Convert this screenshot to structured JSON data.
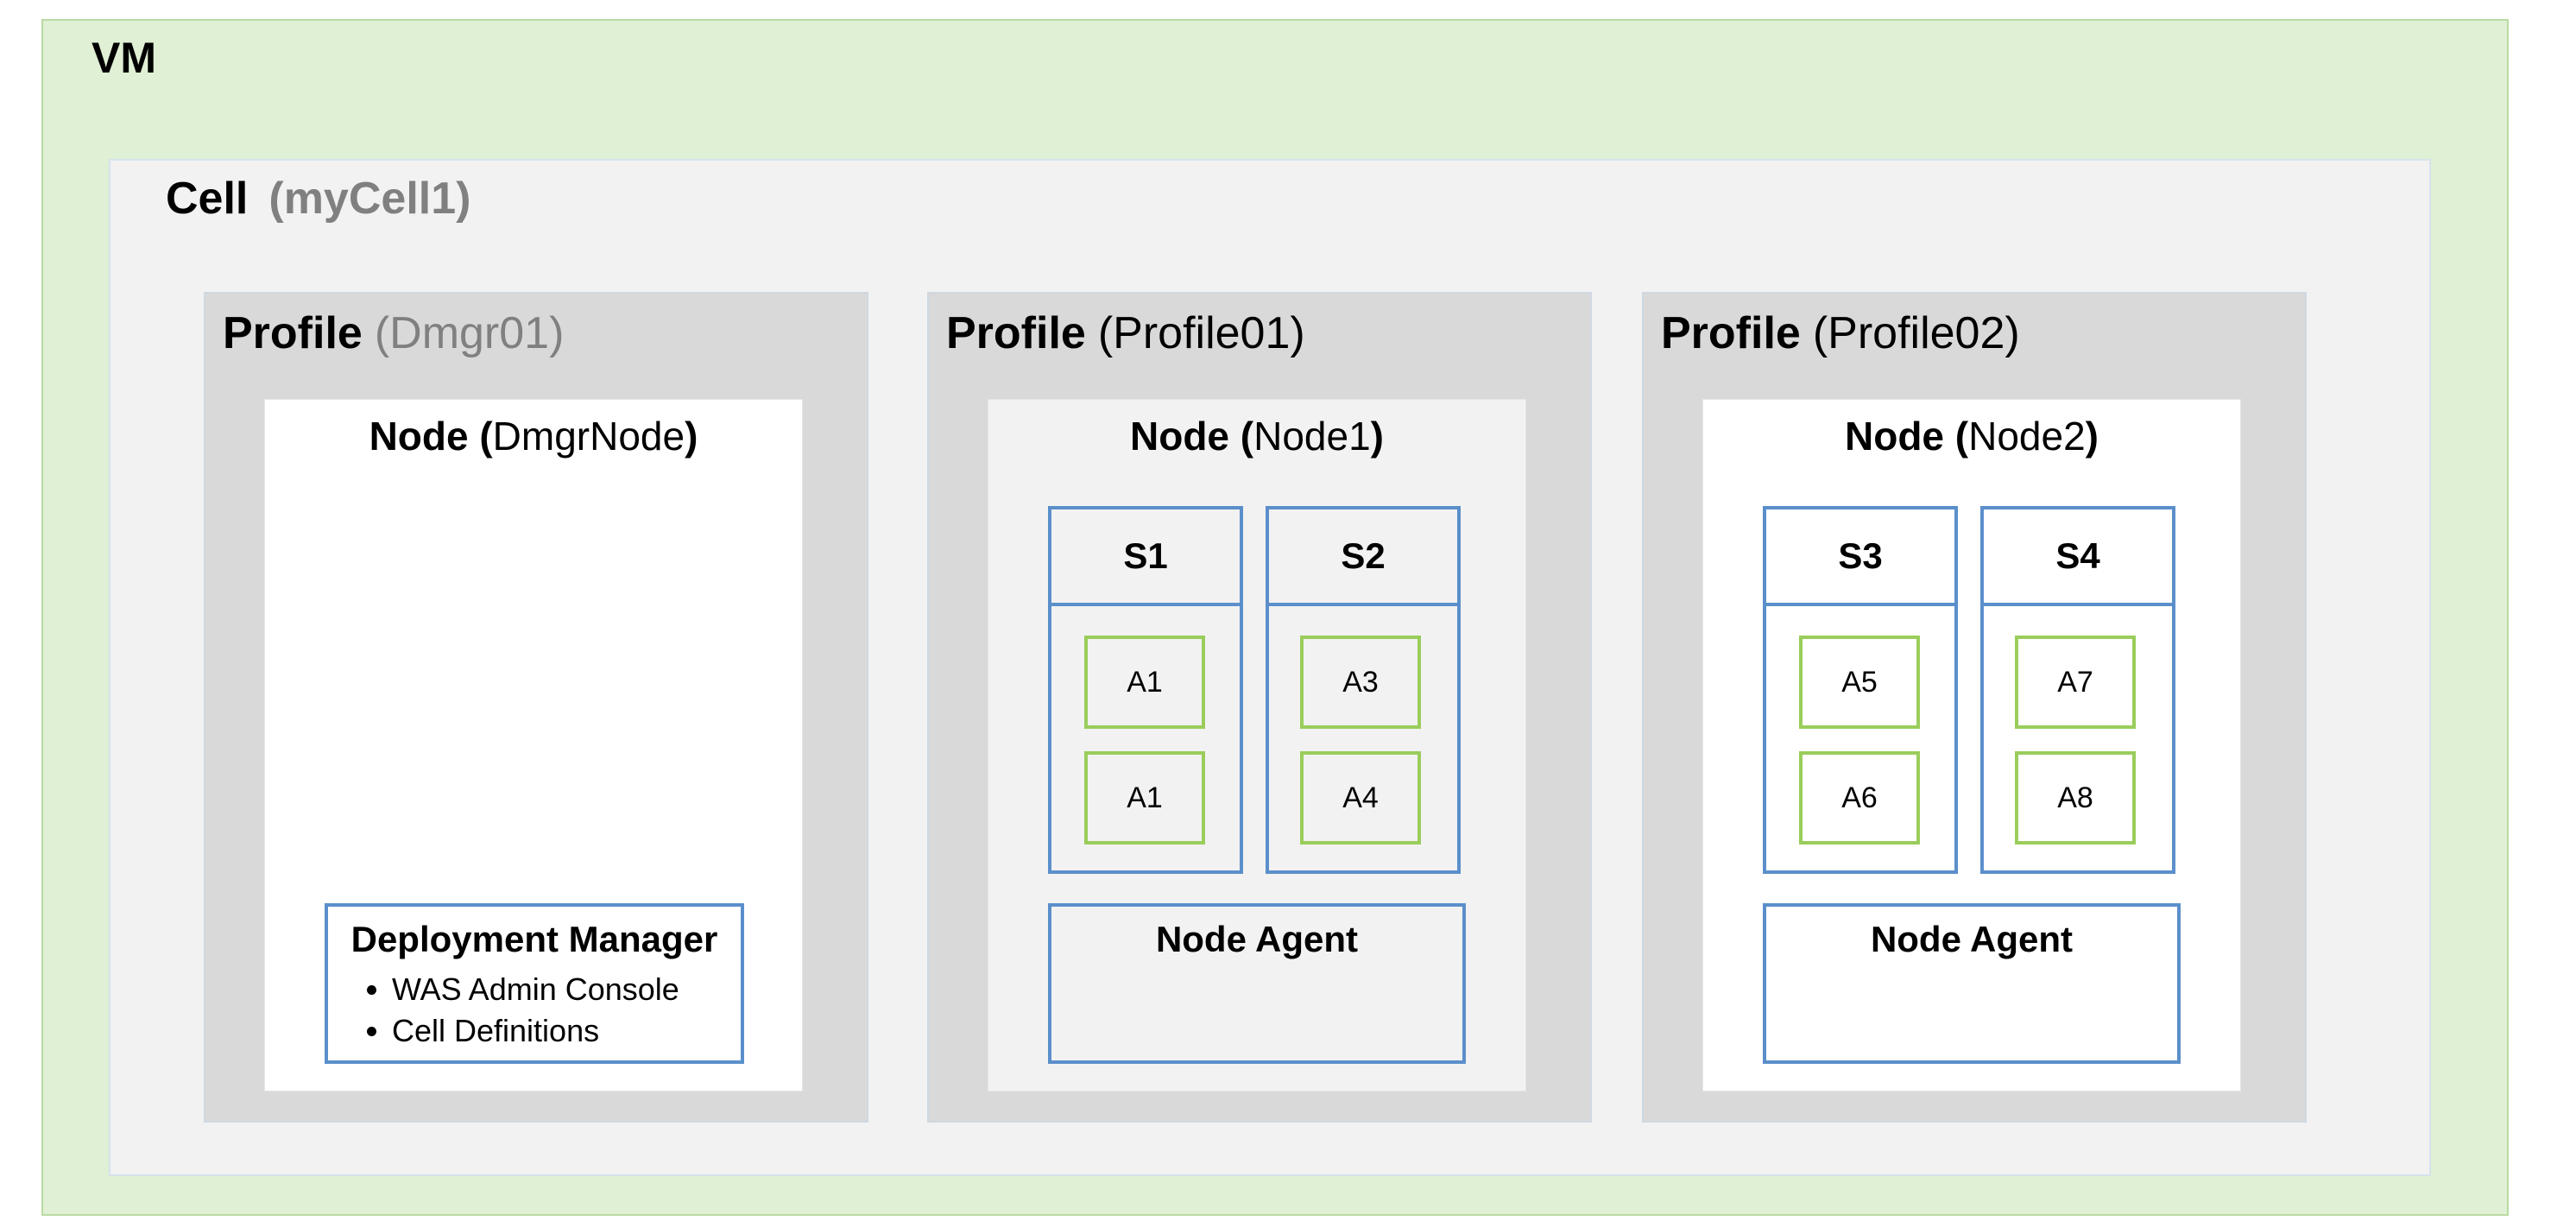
{
  "vm": {
    "title": "VM"
  },
  "cell": {
    "keyword": "Cell",
    "name": "(myCell1)"
  },
  "profiles": [
    {
      "keyword": "Profile",
      "name": "(Dmgr01)",
      "node": {
        "keyword": "Node",
        "open": "(",
        "name": "DmgrNode",
        "close": ")"
      },
      "dmgr": {
        "title": "Deployment Manager",
        "items": [
          "WAS Admin Console",
          "Cell Definitions"
        ]
      }
    },
    {
      "keyword": "Profile",
      "name": "(Profile01)",
      "node": {
        "keyword": "Node",
        "open": "(",
        "name": "Node1",
        "close": ")"
      },
      "servers": [
        {
          "label": "S1",
          "apps": [
            "A1",
            "A1"
          ]
        },
        {
          "label": "S2",
          "apps": [
            "A3",
            "A4"
          ]
        }
      ],
      "agent": {
        "title": "Node Agent"
      }
    },
    {
      "keyword": "Profile",
      "name": "(Profile02)",
      "node": {
        "keyword": "Node",
        "open": "(",
        "name": "Node2",
        "close": ")"
      },
      "servers": [
        {
          "label": "S3",
          "apps": [
            "A5",
            "A6"
          ]
        },
        {
          "label": "S4",
          "apps": [
            "A7",
            "A8"
          ]
        }
      ],
      "agent": {
        "title": "Node Agent"
      }
    }
  ],
  "colors": {
    "vm_fill": "#dff0d4",
    "cell_fill": "#f2f2f2",
    "profile_fill": "#d9d9d9",
    "server_border": "#5b8fcb",
    "app_border": "#9acd5b",
    "muted_text": "#808080"
  }
}
